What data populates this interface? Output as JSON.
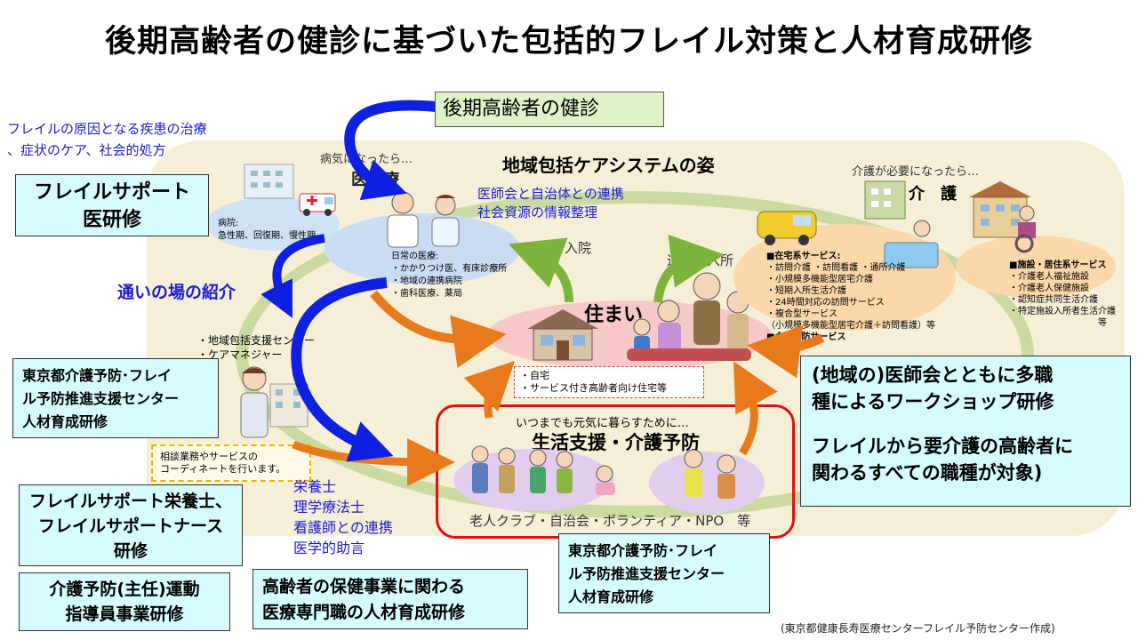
{
  "title": "後期高齢者の健診に基づいた包括的フレイル対策と人材育成研修",
  "top_box": "後期高齢者の健診",
  "left_note": [
    "フレイルの原因となる疾患の治療",
    "、症状のケア、社会的処方"
  ],
  "box_frail_doctor": [
    "フレイルサポート",
    "医研修"
  ],
  "kayoi": "通いの場の紹介",
  "box_tokyo_left": [
    "東京都介護予防･フレイ",
    "ル予防推進支援センター",
    "人材育成研修"
  ],
  "box_frail_staff": [
    "フレイルサポート栄養士、",
    "フレイルサポートナース",
    "研修"
  ],
  "box_kaigo_yobo": [
    "介護予防(主任)運動",
    "指導員事業研修"
  ],
  "box_koreisha": [
    "高齢者の保健事業に関わる",
    "医療専門職の人材育成研修"
  ],
  "box_tokyo_bottom": [
    "東京都介護予防･フレイ",
    "ル予防推進支援センター",
    "人材育成研修"
  ],
  "box_workshop": [
    "(地域の)医師会とともに多職",
    "種によるワークショップ研修",
    "",
    "フレイルから要介護の高齢者に",
    "関わるすべての職種が対象)"
  ],
  "ishikai_note": [
    "医師会と自治体との連携",
    "社会資源の情報整理"
  ],
  "specialist_note": [
    "栄養士",
    "理学療法士",
    "看護師との連携",
    "医学的助言"
  ],
  "credit": "(東京都健康長寿医療センターフレイル予防センター作成)",
  "diagram": {
    "title": "地域包括ケアシステムの姿",
    "byoki": "病気になったら…",
    "iryo": "医　療",
    "hospital_note": [
      "病院:",
      "急性期、回復期、慢性期"
    ],
    "daily_care": [
      "日常の医療:",
      "・かかりつけ医、有床診療所",
      "・地域の連携病院",
      "・歯科医療、薬局"
    ],
    "tsuin": "通院・入院",
    "tsusho": "通所・入所",
    "sumai": "住まい",
    "sumai_items": [
      "・自宅",
      "・サービス付き高齢者向け住宅等"
    ],
    "kaigo_need": "介護が必要になったら…",
    "kaigo": "介　護",
    "zaitaku": [
      "■在宅系サービス:",
      "・訪問介護 ・訪問看護 ・通所介護",
      "・小規模多機能型居宅介護",
      "・短期入所生活介護",
      "・24時間対応の訪問サービス",
      "・複合型サービス",
      "（小規模多機能型居宅介護＋訪問看護）等",
      "■介護予防サービス"
    ],
    "shisetsu": [
      "■施設・居住系サービス",
      "・介護老人福祉施設",
      "・介護老人保健施設",
      "・認知症共同生活介護",
      "・特定施設入所者生活介護",
      "等"
    ],
    "houkatsu": [
      "・地域包括支援センター",
      "・ケアマネジャー"
    ],
    "soudan": [
      "相談業務やサービスの",
      "コーディネートを行います。"
    ],
    "itsumademo": "いつまでも元気に暮らすために…",
    "seikatsu": "生活支援・介護予防",
    "roujin": "老人クラブ・自治会・ボランティア・NPO　等"
  }
}
